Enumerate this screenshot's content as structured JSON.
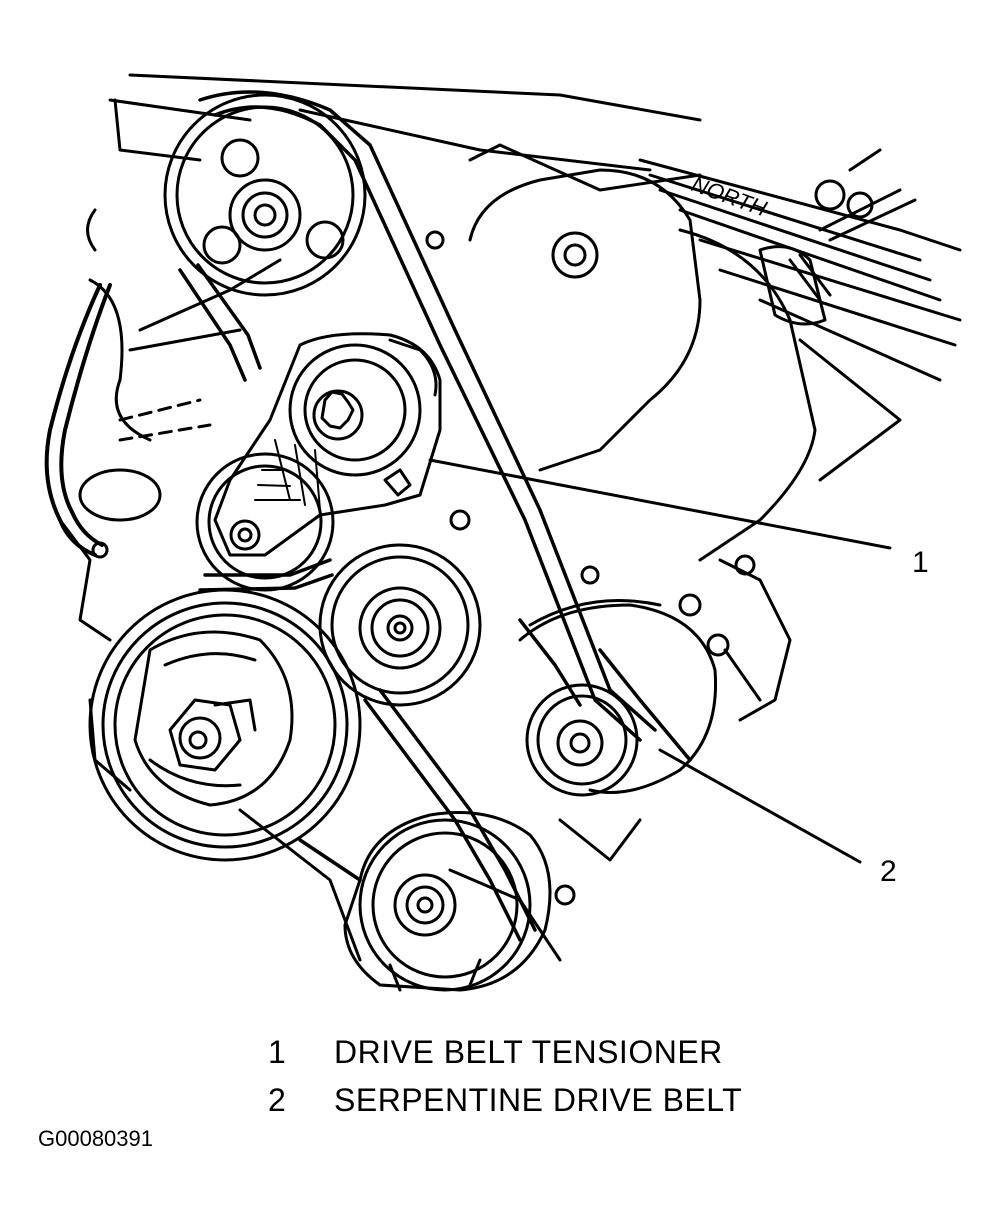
{
  "diagram": {
    "stamp_text": "NORTH",
    "callouts": [
      {
        "number": "1"
      },
      {
        "number": "2"
      }
    ],
    "legend": [
      {
        "number": "1",
        "label": "DRIVE BELT TENSIONER"
      },
      {
        "number": "2",
        "label": "SERPENTINE DRIVE BELT"
      }
    ],
    "figure_id": "G00080391"
  }
}
